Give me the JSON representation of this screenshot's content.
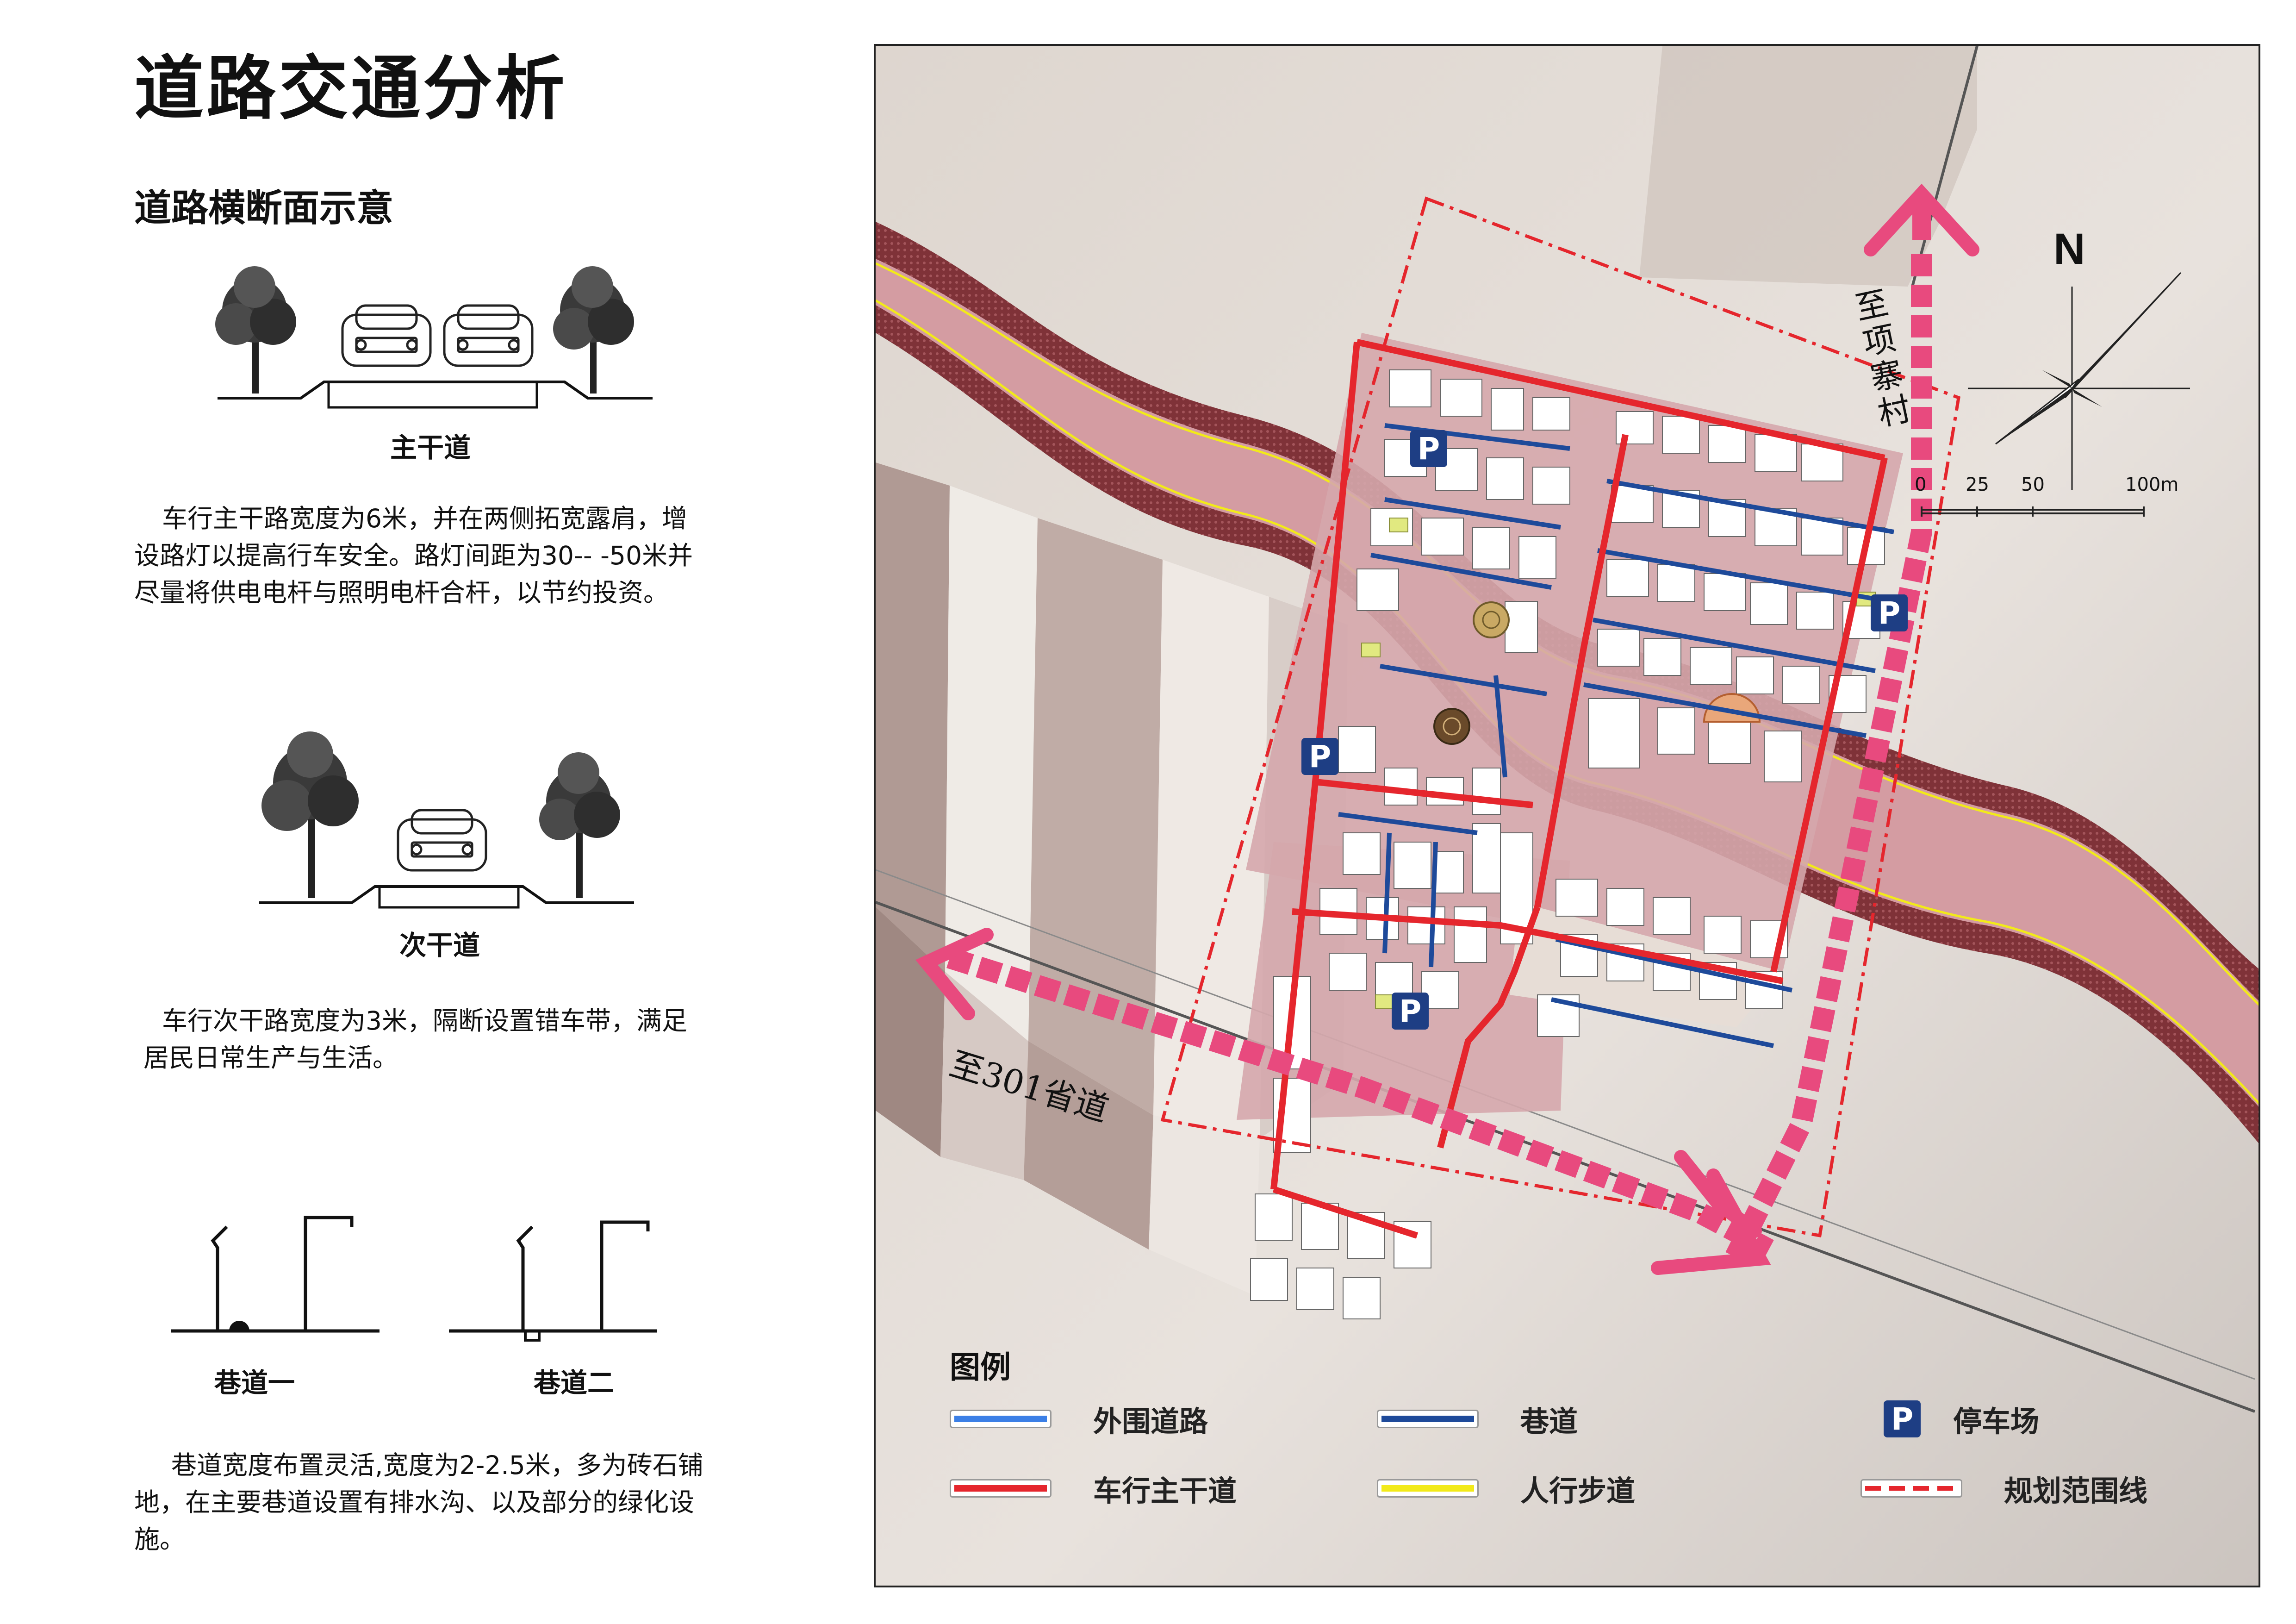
{
  "title": "道路交通分析",
  "subtitle": "道路横断面示意",
  "sections": {
    "main_road": {
      "label": "主干道",
      "lines": [
        "车行主干路宽度为6米，并在两侧拓宽露肩，增",
        "设路灯以提高行车安全。路灯间距为30-- -50米并",
        "尽量将供电电杆与照明电杆合杆，以节约投资。"
      ]
    },
    "secondary_road": {
      "label": "次干道",
      "lines": [
        "车行次干路宽度为3米，隔断设置错车带，满足",
        "居民日常生产与生活。"
      ]
    },
    "alleys": {
      "label_1": "巷道一",
      "label_2": "巷道二",
      "lines": [
        "巷道宽度布置灵活,宽度为2-2.5米，多为砖石铺",
        "地，在主要巷道设置有排水沟、以及部分的绿化设",
        "施。"
      ]
    }
  },
  "map": {
    "north_label": "N",
    "scale_labels": [
      "0",
      "25",
      "50",
      "100m"
    ],
    "to_village": "至项寨村",
    "to_road": "至301省道",
    "parking_symbol": "P"
  },
  "legend": {
    "title": "图例",
    "items": [
      {
        "label": "外围道路",
        "color": "#3b7fe6"
      },
      {
        "label": "巷道",
        "color": "#1e4a9a"
      },
      {
        "label": "停车场",
        "color": "#1e3e84"
      },
      {
        "label": "车行主干道",
        "color": "#e5262d"
      },
      {
        "label": "人行步道",
        "color": "#f2ea1a"
      },
      {
        "label": "规划范围线",
        "color": "#e5262d"
      }
    ]
  },
  "colors": {
    "main_road": "#e5262d",
    "alley": "#1e4a9a",
    "river": "#d49ca2",
    "river_bank": "#8a3a40",
    "arrow": "#e84a7e",
    "parking": "#1e3e84"
  }
}
